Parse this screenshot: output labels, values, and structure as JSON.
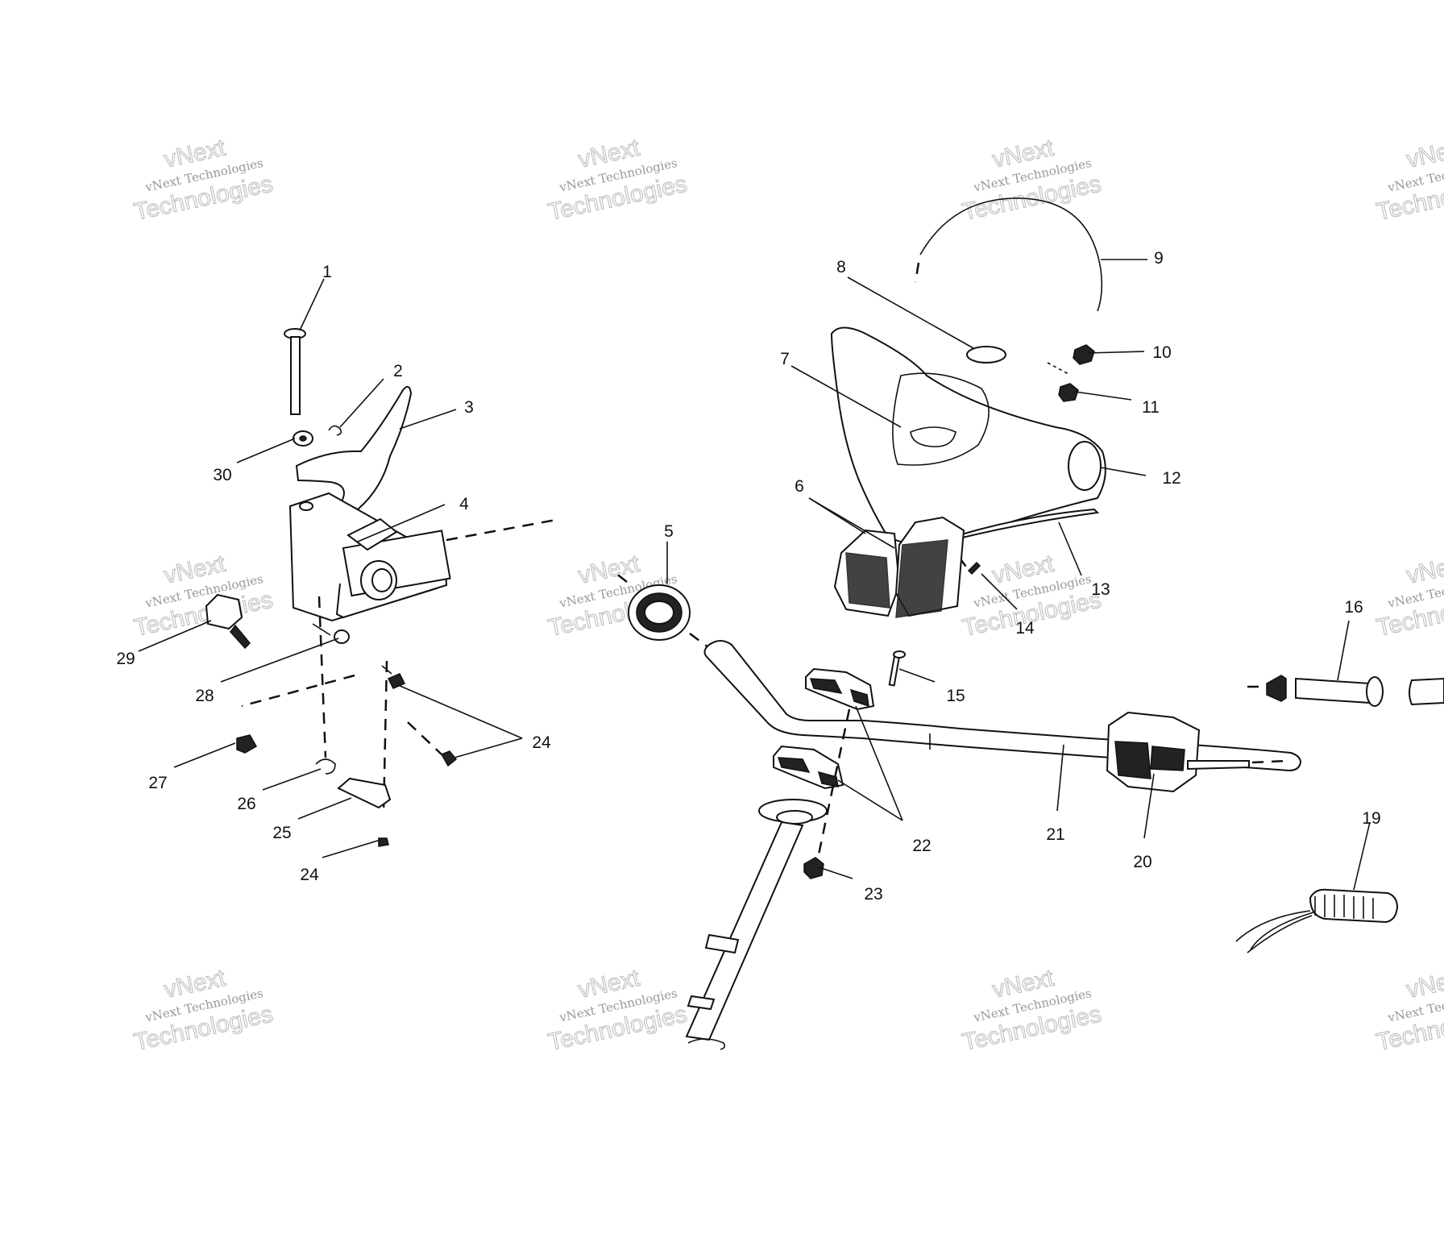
{
  "diagram": {
    "watermark": {
      "line1": "vNext",
      "line2": "vNext Technologies",
      "line3": "Technologies"
    },
    "callouts": [
      {
        "id": "c1",
        "label": "1"
      },
      {
        "id": "c2",
        "label": "2"
      },
      {
        "id": "c3",
        "label": "3"
      },
      {
        "id": "c4",
        "label": "4"
      },
      {
        "id": "c5",
        "label": "5"
      },
      {
        "id": "c6",
        "label": "6"
      },
      {
        "id": "c7",
        "label": "7"
      },
      {
        "id": "c8",
        "label": "8"
      },
      {
        "id": "c9",
        "label": "9"
      },
      {
        "id": "c10",
        "label": "10"
      },
      {
        "id": "c11",
        "label": "11"
      },
      {
        "id": "c12",
        "label": "12"
      },
      {
        "id": "c13",
        "label": "13"
      },
      {
        "id": "c14",
        "label": "14"
      },
      {
        "id": "c15",
        "label": "15"
      },
      {
        "id": "c16",
        "label": "16"
      },
      {
        "id": "c19",
        "label": "19"
      },
      {
        "id": "c20",
        "label": "20"
      },
      {
        "id": "c21",
        "label": "21"
      },
      {
        "id": "c22",
        "label": "22"
      },
      {
        "id": "c23",
        "label": "23"
      },
      {
        "id": "c24a",
        "label": "24"
      },
      {
        "id": "c24b",
        "label": "24"
      },
      {
        "id": "c25",
        "label": "25"
      },
      {
        "id": "c26",
        "label": "26"
      },
      {
        "id": "c27",
        "label": "27"
      },
      {
        "id": "c28",
        "label": "28"
      },
      {
        "id": "c29",
        "label": "29"
      },
      {
        "id": "c30",
        "label": "30"
      }
    ]
  }
}
